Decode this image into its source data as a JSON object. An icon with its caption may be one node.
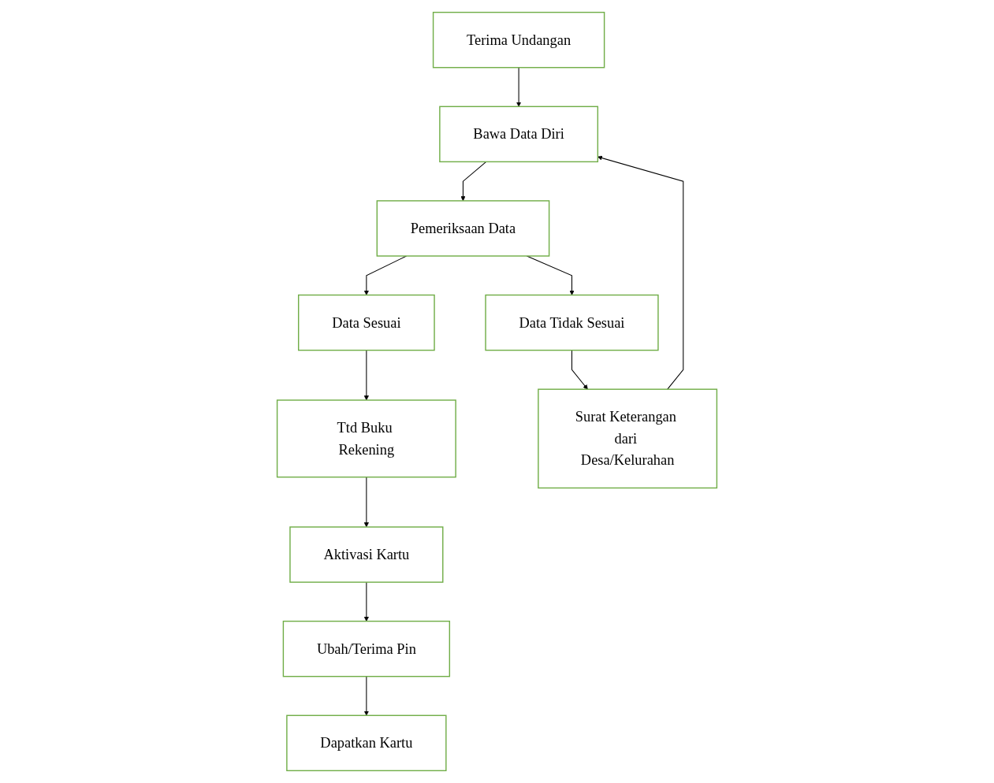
{
  "diagram": {
    "nodes": [
      {
        "text": [
          "Terima Undangan"
        ]
      },
      {
        "text": [
          "Bawa Data Diri"
        ]
      },
      {
        "text": [
          "Surat Keterangan dari Desa/Kelurahan"
        ]
      },
      {
        "text": [
          "Data Sesuai"
        ]
      },
      {
        "text": [
          "Pemeriksaan Data"
        ]
      },
      {
        "text": [
          "Data Tidak Sesuai"
        ]
      },
      {
        "text": [
          "Ttd Buku Rekening"
        ]
      },
      {
        "text": [
          "Aktivasi Kartu"
        ]
      },
      {
        "text": [
          "Ubah/Terima Pin"
        ]
      },
      {
        "text": [
          "Dapatkan Kartu"
        ]
      }
    ],
    "edges": [
      {
        "from": 0,
        "to": 1,
        "arrow": "to"
      },
      {
        "from": 2,
        "to": 1,
        "arrow": "to"
      },
      {
        "from": 1,
        "to": 4,
        "arrow": "to"
      },
      {
        "from": 4,
        "to": 3,
        "arrow": "to"
      },
      {
        "from": 4,
        "to": 5,
        "arrow": "to"
      },
      {
        "from": 5,
        "to": 2,
        "arrow": "to"
      },
      {
        "from": 3,
        "to": 6,
        "arrow": "to"
      },
      {
        "from": 6,
        "to": 7,
        "arrow": "to"
      },
      {
        "from": 7,
        "to": 8,
        "arrow": "to"
      },
      {
        "from": 8,
        "to": 9,
        "arrow": "to"
      }
    ]
  }
}
